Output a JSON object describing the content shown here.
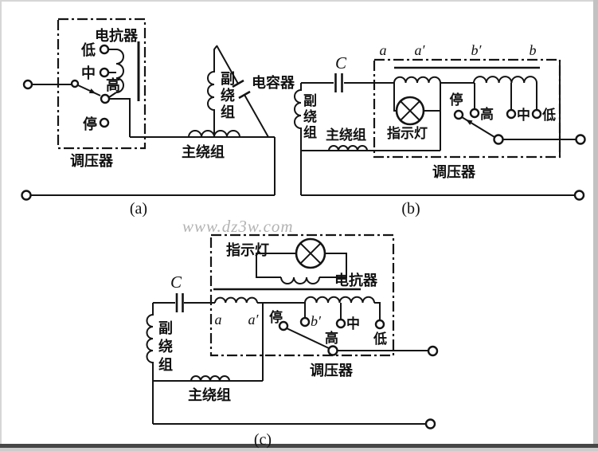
{
  "watermark": "www.dz3w.com",
  "colors": {
    "ink": "#141414",
    "watermark": "#b3b3b3",
    "background": "#ffffff",
    "bottom_bar": "#474747"
  },
  "diagram_a": {
    "caption": "(a)",
    "reactor": "电抗器",
    "low": "低",
    "mid": "中",
    "high": "高",
    "stop": "停",
    "regulator": "调压器",
    "capacitor": "电容器",
    "main_winding": "主绕组",
    "aux": [
      "副",
      "绕",
      "组"
    ]
  },
  "diagram_b": {
    "caption": "(b)",
    "c": "C",
    "a": "a",
    "a_prime": "a′",
    "b_prime": "b′",
    "b": "b",
    "stop": "停",
    "high": "高",
    "mid": "中",
    "low": "低",
    "indicator": "指示灯",
    "main_winding": "主绕组",
    "regulator": "调压器",
    "aux": [
      "副",
      "绕",
      "组"
    ]
  },
  "diagram_c": {
    "caption": "(c)",
    "c": "C",
    "indicator": "指示灯",
    "reactor": "电抗器",
    "a": "a",
    "a_prime": "a′",
    "b_prime": "b′",
    "stop": "停",
    "high": "高",
    "mid": "中",
    "low": "低",
    "regulator": "调压器",
    "main_winding": "主绕组",
    "aux": [
      "副",
      "绕",
      "组"
    ]
  }
}
